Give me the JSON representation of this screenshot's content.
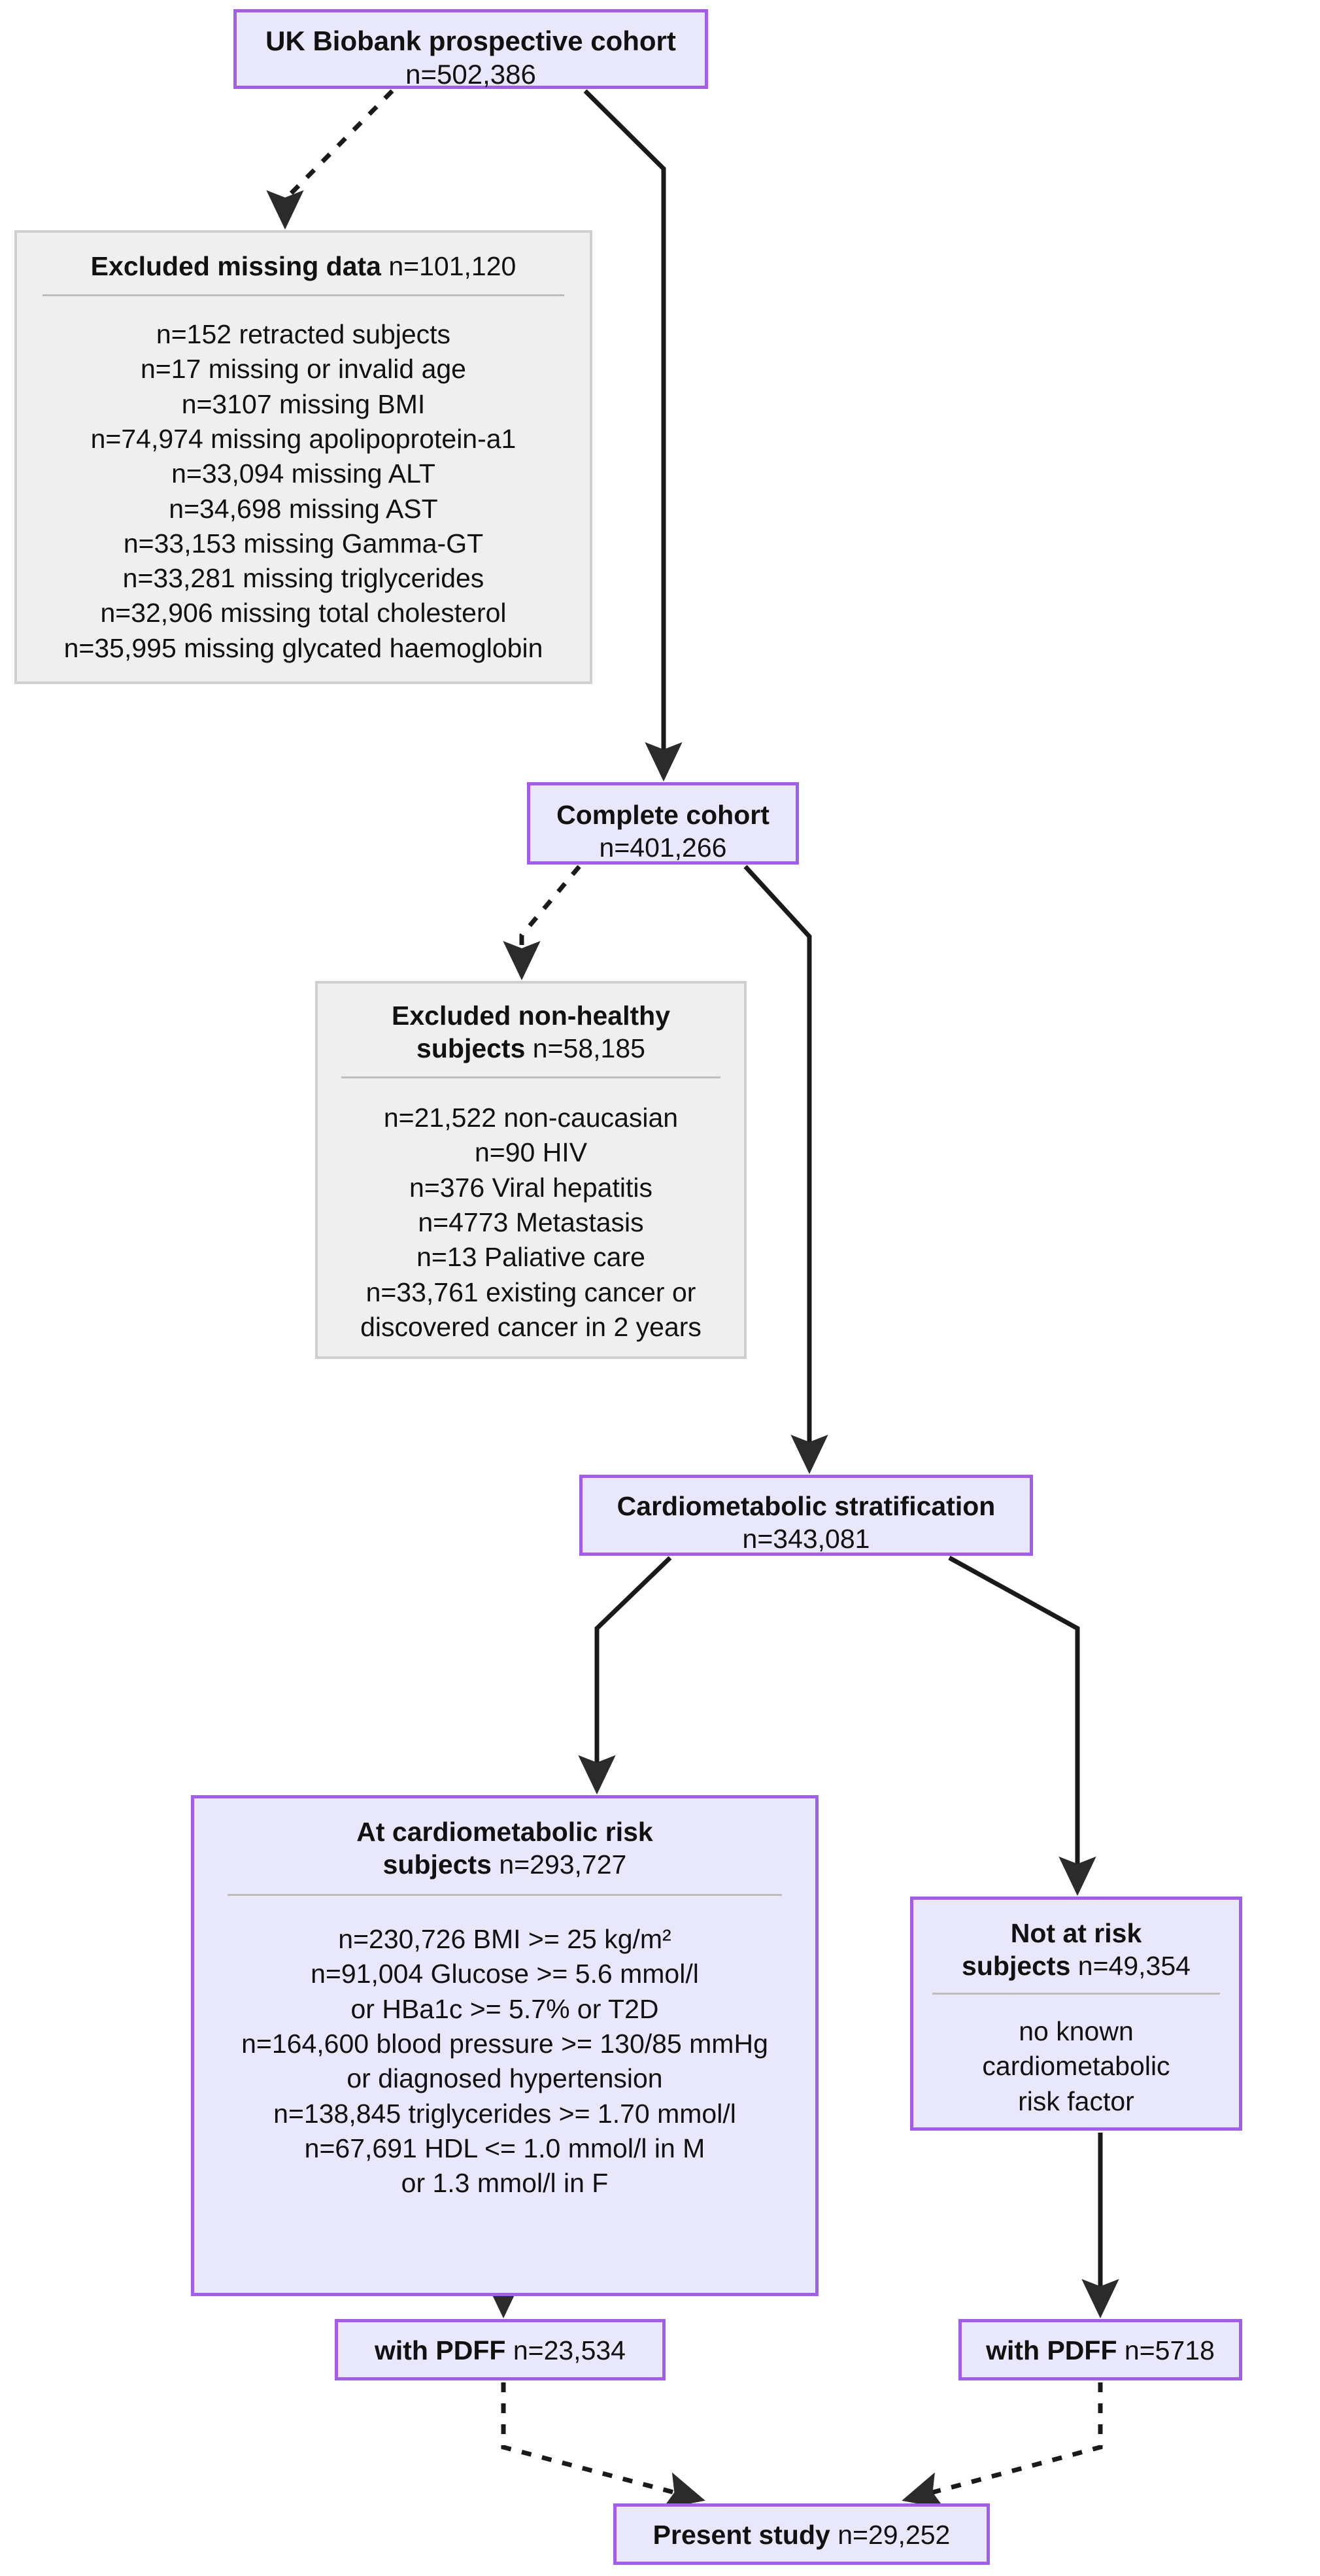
{
  "diagram": {
    "title": "UK Biobank study participant flow",
    "colors": {
      "node_border_primary": "#a25ee8",
      "node_fill_primary": "#e9e7fb",
      "node_border_excluded": "#cfcfcf",
      "node_fill_excluded": "#efefef",
      "connector": "#1a1a1a",
      "divider": "#bdbdbd",
      "text": "#111111",
      "background": "#ffffff"
    },
    "nodes": {
      "cohort": {
        "title_bold": "UK Biobank prospective cohort",
        "title_light": "n=502,386"
      },
      "excluded_missing": {
        "title_bold": "Excluded missing data",
        "title_light": "n=101,120",
        "items": [
          "n=152 retracted subjects",
          "n=17 missing or invalid age",
          "n=3107 missing BMI",
          "n=74,974 missing apolipoprotein-a1",
          "n=33,094 missing ALT",
          "n=34,698 missing AST",
          "n=33,153 missing Gamma-GT",
          "n=33,281 missing triglycerides",
          "n=32,906 missing total cholesterol",
          "n=35,995 missing glycated haemoglobin"
        ]
      },
      "complete_cohort": {
        "title_bold": "Complete cohort",
        "title_light": "n=401,266"
      },
      "excluded_nonhealthy": {
        "title_bold": "Excluded non-healthy\nsubjects",
        "title_light": "n=58,185",
        "items": [
          "n=21,522 non-caucasian",
          "n=90 HIV",
          "n=376 Viral hepatitis",
          "n=4773 Metastasis",
          "n=13 Paliative care",
          "n=33,761 existing cancer or",
          "discovered cancer in 2 years"
        ]
      },
      "stratification": {
        "title_bold": "Cardiometabolic stratification",
        "title_light": "n=343,081"
      },
      "at_risk": {
        "title_bold": "At cardiometabolic risk\nsubjects",
        "title_light": "n=293,727",
        "items": [
          "n=230,726 BMI >= 25 kg/m²",
          "n=91,004 Glucose >= 5.6 mmol/l",
          "or HBa1c >= 5.7% or T2D",
          "n=164,600 blood pressure >= 130/85 mmHg",
          "or diagnosed hypertension",
          "n=138,845 triglycerides >= 1.70 mmol/l",
          "n=67,691 HDL <= 1.0 mmol/l in M",
          "or 1.3 mmol/l in F"
        ]
      },
      "not_at_risk": {
        "title_bold": "Not at risk\nsubjects",
        "title_light": "n=49,354",
        "items": [
          "no known cardiometabolic",
          "risk factor"
        ]
      },
      "pdff_left": {
        "title_bold": "with PDFF",
        "title_light": "n=23,534"
      },
      "pdff_right": {
        "title_bold": "with PDFF",
        "title_light": "n=5718"
      },
      "present_study": {
        "title_bold": "Present study",
        "title_light": "n=29,252"
      }
    },
    "chart_data": {
      "type": "flowchart",
      "title": "UK Biobank study participant flow",
      "steps": [
        {
          "id": "cohort",
          "label": "UK Biobank prospective cohort",
          "n": 502386,
          "kind": "included"
        },
        {
          "id": "excluded_missing",
          "label": "Excluded missing data",
          "n": 101120,
          "kind": "excluded"
        },
        {
          "id": "complete_cohort",
          "label": "Complete cohort",
          "n": 401266,
          "kind": "included"
        },
        {
          "id": "excluded_nonhealthy",
          "label": "Excluded non-healthy subjects",
          "n": 58185,
          "kind": "excluded"
        },
        {
          "id": "stratification",
          "label": "Cardiometabolic stratification",
          "n": 343081,
          "kind": "included"
        },
        {
          "id": "at_risk",
          "label": "At cardiometabolic risk subjects",
          "n": 293727,
          "kind": "included"
        },
        {
          "id": "not_at_risk",
          "label": "Not at risk subjects",
          "n": 49354,
          "kind": "included"
        },
        {
          "id": "pdff_left",
          "label": "with PDFF",
          "n": 23534,
          "kind": "included"
        },
        {
          "id": "pdff_right",
          "label": "with PDFF",
          "n": 5718,
          "kind": "included"
        },
        {
          "id": "present_study",
          "label": "Present study",
          "n": 29252,
          "kind": "included"
        }
      ],
      "edges": [
        {
          "from": "cohort",
          "to": "excluded_missing",
          "style": "dotted"
        },
        {
          "from": "cohort",
          "to": "complete_cohort",
          "style": "solid"
        },
        {
          "from": "complete_cohort",
          "to": "excluded_nonhealthy",
          "style": "dotted"
        },
        {
          "from": "complete_cohort",
          "to": "stratification",
          "style": "solid"
        },
        {
          "from": "stratification",
          "to": "at_risk",
          "style": "solid"
        },
        {
          "from": "stratification",
          "to": "not_at_risk",
          "style": "solid"
        },
        {
          "from": "at_risk",
          "to": "pdff_left",
          "style": "solid"
        },
        {
          "from": "not_at_risk",
          "to": "pdff_right",
          "style": "solid"
        },
        {
          "from": "pdff_left",
          "to": "present_study",
          "style": "dotted"
        },
        {
          "from": "pdff_right",
          "to": "present_study",
          "style": "dotted"
        }
      ],
      "exclusion_details": {
        "excluded_missing": [
          {
            "reason": "retracted subjects",
            "n": 152
          },
          {
            "reason": "missing or invalid age",
            "n": 17
          },
          {
            "reason": "missing BMI",
            "n": 3107
          },
          {
            "reason": "missing apolipoprotein-a1",
            "n": 74974
          },
          {
            "reason": "missing ALT",
            "n": 33094
          },
          {
            "reason": "missing AST",
            "n": 34698
          },
          {
            "reason": "missing Gamma-GT",
            "n": 33153
          },
          {
            "reason": "missing triglycerides",
            "n": 33281
          },
          {
            "reason": "missing total cholesterol",
            "n": 32906
          },
          {
            "reason": "missing glycated haemoglobin",
            "n": 35995
          }
        ],
        "excluded_nonhealthy": [
          {
            "reason": "non-caucasian",
            "n": 21522
          },
          {
            "reason": "HIV",
            "n": 90
          },
          {
            "reason": "Viral hepatitis",
            "n": 376
          },
          {
            "reason": "Metastasis",
            "n": 4773
          },
          {
            "reason": "Paliative care",
            "n": 13
          },
          {
            "reason": "existing cancer or discovered cancer in 2 years",
            "n": 33761
          }
        ],
        "at_risk_criteria": [
          {
            "criterion": "BMI >= 25 kg/m²",
            "n": 230726
          },
          {
            "criterion": "Glucose >= 5.6 mmol/l or HBa1c >= 5.7% or T2D",
            "n": 91004
          },
          {
            "criterion": "blood pressure >= 130/85 mmHg or diagnosed hypertension",
            "n": 164600
          },
          {
            "criterion": "triglycerides >= 1.70 mmol/l",
            "n": 138845
          },
          {
            "criterion": "HDL <= 1.0 mmol/l in M or 1.3 mmol/l in F",
            "n": 67691
          }
        ]
      }
    }
  }
}
